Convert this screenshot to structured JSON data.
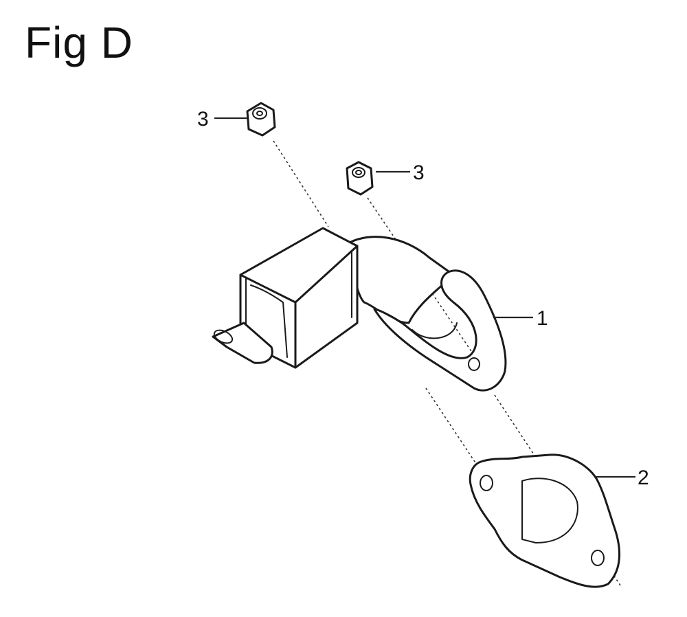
{
  "figure": {
    "title": "Fig D"
  },
  "callouts": [
    {
      "id": "muffler",
      "label": "1"
    },
    {
      "id": "gasket",
      "label": "2"
    },
    {
      "id": "nut-left",
      "label": "3"
    },
    {
      "id": "nut-right",
      "label": "3"
    }
  ],
  "colors": {
    "line": "#1a1a1a",
    "background": "#ffffff"
  }
}
